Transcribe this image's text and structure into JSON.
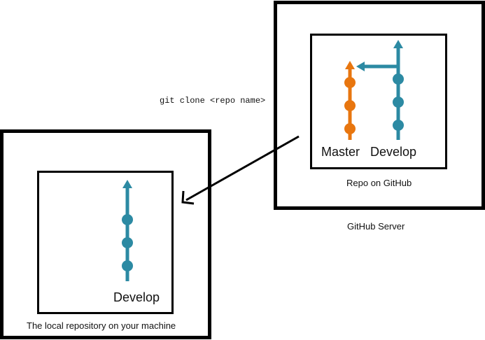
{
  "command": "git clone <repo name>",
  "server": {
    "title": "GitHub Server",
    "repo_label": "Repo on GitHub",
    "branches": [
      {
        "name": "Master",
        "color": "#E8760F",
        "commits": 3
      },
      {
        "name": "Develop",
        "color": "#2C8AA3",
        "commits": 3
      }
    ]
  },
  "local": {
    "title": "The local repository on your machine",
    "branches": [
      {
        "name": "Develop",
        "color": "#2C8AA3",
        "commits": 3
      }
    ]
  },
  "colors": {
    "master": "#E8760F",
    "develop": "#2C8AA3",
    "border": "#000000"
  },
  "icons": [
    "arrow-icon",
    "branch-arrow-icon"
  ]
}
